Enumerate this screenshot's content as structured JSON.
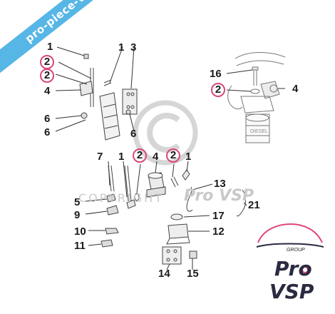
{
  "banner": {
    "text": "pro-piece-vsp.com"
  },
  "watermark": {
    "text": "COPYRIGHT",
    "brand": "Pro VSP"
  },
  "logo": {
    "line1": "Pro",
    "line2": "VSP",
    "subtitle": "GROUP"
  },
  "callouts": {
    "c1": "1",
    "c2": "2",
    "c3": "2",
    "c4": "4",
    "c5": "6",
    "c6": "6",
    "c7": "1",
    "c8": "3",
    "c9": "6",
    "c10": "16",
    "c11": "2",
    "c12": "4",
    "c13": "7",
    "c14": "1",
    "c15": "2",
    "c16": "4",
    "c17": "2",
    "c18": "1",
    "c19": "5",
    "c20": "9",
    "c21": "10",
    "c22": "11",
    "c23": "13",
    "c24": "17",
    "c25": "12",
    "c26": "21",
    "c27": "14",
    "c28": "15"
  },
  "colors": {
    "highlight_ring": "#d9477c",
    "banner": "#56b6e6",
    "logo_accent": "#e0457b"
  }
}
